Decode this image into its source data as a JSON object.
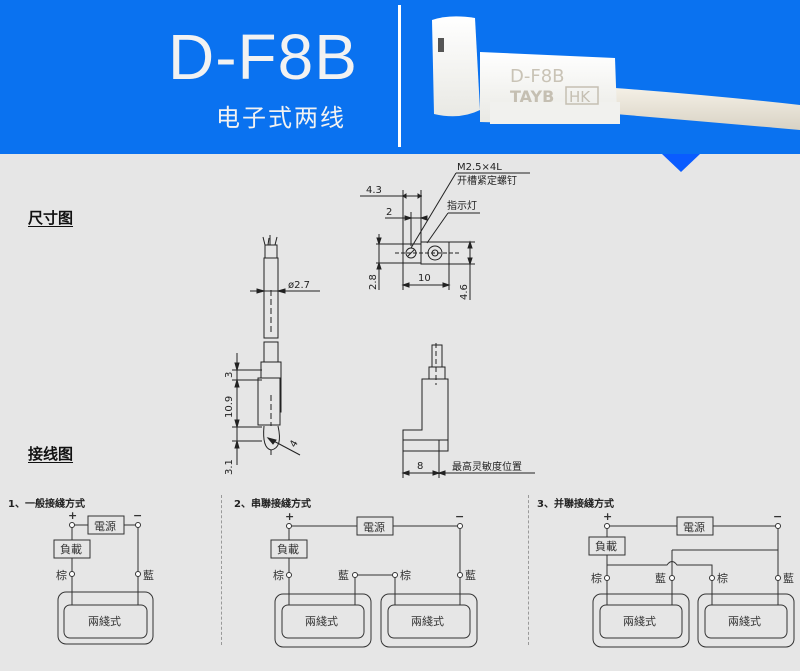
{
  "header": {
    "model": "D-F8B",
    "subtitle": "电子式两线",
    "product_photo": {
      "label_model": "D-F8B",
      "label_brand": "TAYB",
      "label_badge": "HK"
    },
    "background_color": "#0a72f0",
    "pointer_color": "#0a5cff"
  },
  "dimensions": {
    "title": "尺寸图",
    "cable_diameter": "ø2.7",
    "dim_3": "3",
    "dim_10_9": "10.9",
    "dim_3_1": "3.1",
    "dim_4": "4",
    "screw_spec": "M2.5×4L",
    "screw_name": "开槽紧定螺钉",
    "indicator": "指示灯",
    "dim_4_3": "4.3",
    "dim_2": "2",
    "dim_2_8": "2.8",
    "dim_10": "10",
    "dim_4_6": "4.6",
    "dim_8": "8",
    "sensitivity_label": "最高灵敏度位置"
  },
  "wiring": {
    "title": "接线图",
    "circuits": [
      {
        "title": "1、一般接綫方式"
      },
      {
        "title": "2、串聯接綫方式"
      },
      {
        "title": "3、并聯接綫方式"
      }
    ],
    "labels": {
      "plus": "+",
      "minus": "−",
      "power": "電源",
      "load": "負載",
      "brown": "棕",
      "blue": "藍",
      "sensor": "兩綫式"
    }
  }
}
